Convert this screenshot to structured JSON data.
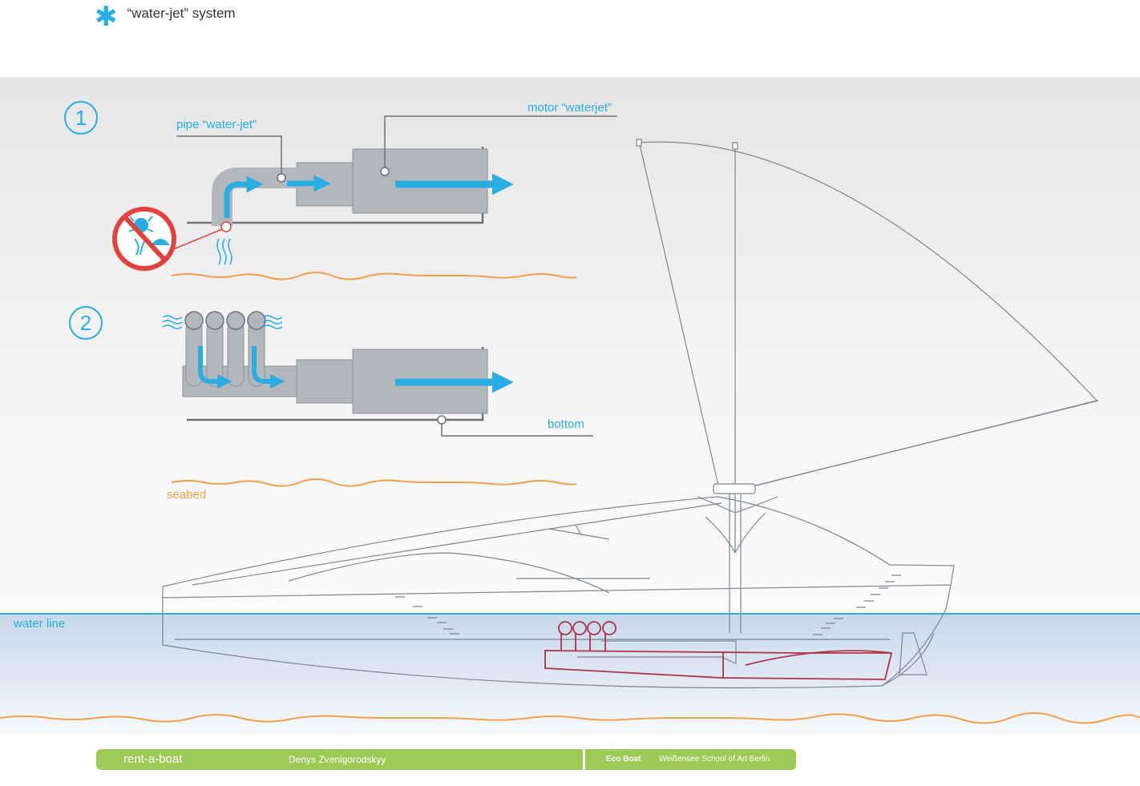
{
  "header": {
    "title": "“water-jet” system"
  },
  "badges": {
    "one": "1",
    "two": "2"
  },
  "labels": {
    "motor": "motor “waterjet”",
    "pipe": "pipe “water-jet”",
    "bottom": "bottom",
    "seabed": "seabed",
    "water_line": "water line"
  },
  "footer": {
    "project": "rent-a-boat",
    "author": "Denys Zvenigorodskyy",
    "product": "Eco Boat",
    "school": "Weißensee School of Art Berlin"
  },
  "colors": {
    "accent_blue": "#29aee3",
    "seabed_orange": "#f0a04b",
    "footer_green": "#9bcb55",
    "no_sign_red": "#e3413c",
    "pipe_grey": "#b3b7bb",
    "hull_pipe_red": "#b0324b"
  },
  "icons": {
    "no_sea_life": "no-sea-life-icon",
    "asterisk": "asterisk-icon"
  }
}
